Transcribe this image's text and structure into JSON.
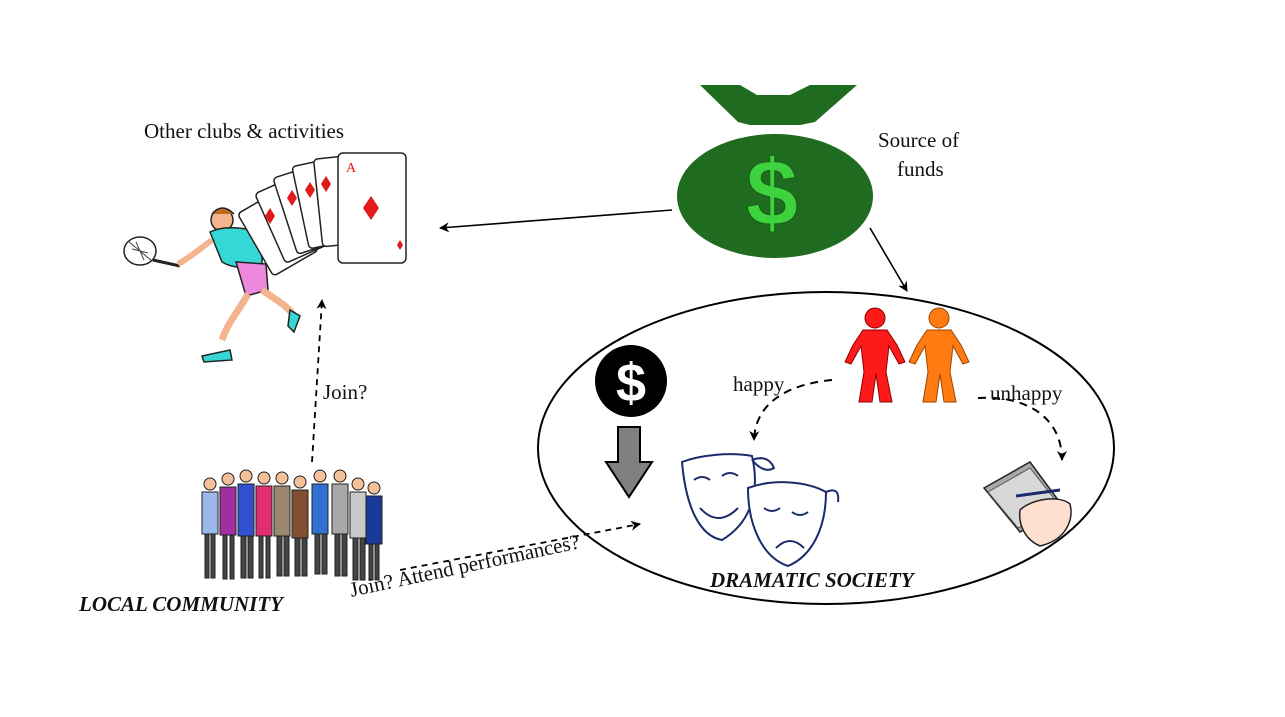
{
  "labels": {
    "other_clubs": "Other clubs & activities",
    "source_of_funds_line1": "Source of",
    "source_of_funds_line2": "funds",
    "join_up": "Join?",
    "happy": "happy",
    "unhappy": "unhappy",
    "local_community": "LOCAL COMMUNITY",
    "join_attend": "Join?  Attend performances?",
    "dramatic_society": "DRAMATIC SOCIETY"
  },
  "icons": {
    "money_bag_symbol": "$",
    "coin_symbol": "$",
    "card_rank": "A"
  },
  "colors": {
    "money_bag": "#1f6b1f",
    "dollar_sign": "#3fd23f",
    "red_figure": "#ff1a1a",
    "orange_figure": "#ff7a10",
    "card_suit": "#e21a1a",
    "down_arrow": "#808080",
    "outline": "#000000"
  }
}
